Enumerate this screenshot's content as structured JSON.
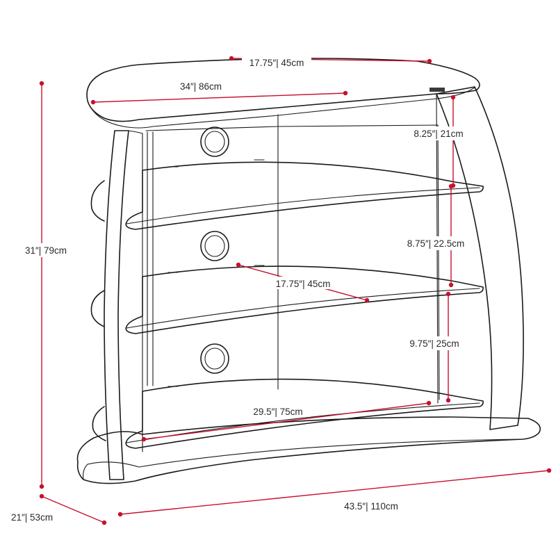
{
  "colors": {
    "dimension": "#c8102e",
    "outline": "#1a1a1a",
    "text": "#2a2a2a",
    "background": "#ffffff"
  },
  "dimensions": {
    "top_depth": "17.75″| 45cm",
    "top_width": "34″| 86cm",
    "shelf_gap_top": "8.25″| 21cm",
    "shelf_gap_middle": "8.75″| 22.5cm",
    "shelf_depth": "17.75″| 45cm",
    "shelf_gap_bottom": "9.75″| 25cm",
    "bottom_shelf_width": "29.5″| 75cm",
    "overall_height": "31″| 79cm",
    "overall_depth": "21″| 53cm",
    "overall_width": "43.5″| 110cm"
  }
}
